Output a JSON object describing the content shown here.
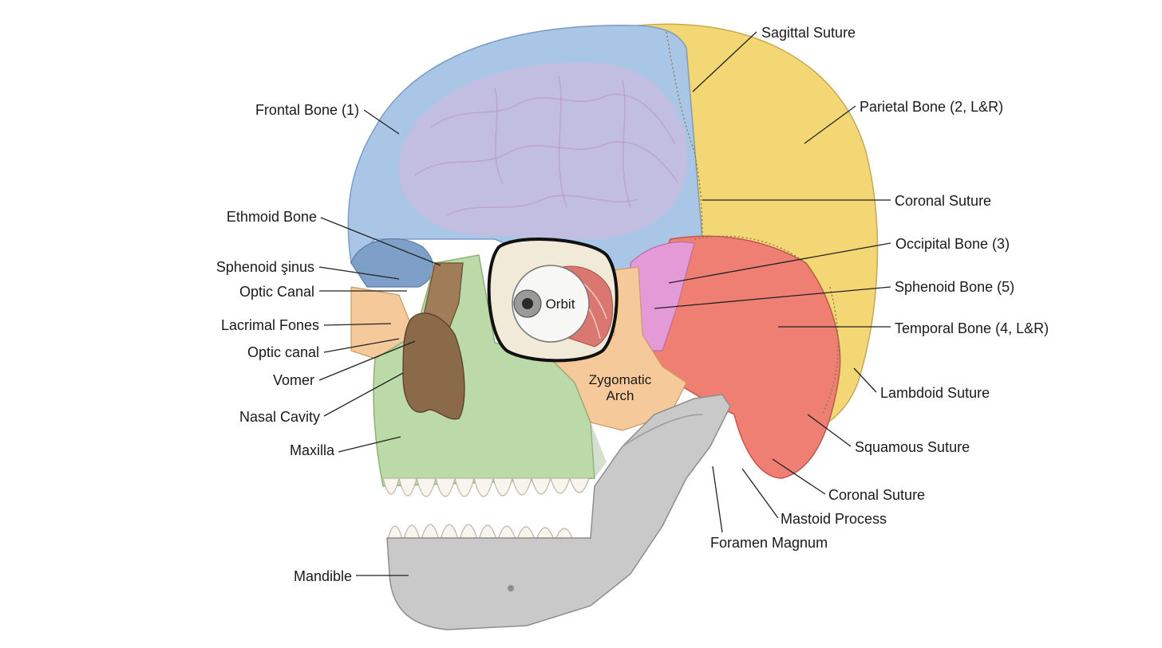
{
  "labels": {
    "sagittal_suture": "Sagittal Suture",
    "frontal_bone": "Frontal Bone (1)",
    "parietal_bone": "Parietal Bone (2, L&R)",
    "coronal_suture_upper": "Coronal Suture",
    "ethmoid_bone": "Ethmoid Bone",
    "occipital_bone": "Occipital Bone (3)",
    "sphenoid_sinus": "Sphenoid şinus",
    "sphenoid_bone": "Sphenoid Bone (5)",
    "optic_canal_upper": "Optic Canal",
    "lacrimal_fones": "Lacrimal Fones",
    "temporal_bone": "Temporal Bone (4, L&R)",
    "optic_canal_lower": "Optic canal",
    "vomer": "Vomer",
    "lambdoid_suture": "Lambdoid Suture",
    "nasal_cavity": "Nasal Cavity",
    "squamous_suture": "Squamous Suture",
    "maxilla": "Maxilla",
    "coronal_suture_lower": "Coronal Suture",
    "mastoid_process": "Mastoid Process",
    "foramen_magnum": "Foramen Magnum",
    "mandible": "Mandible",
    "orbit": "Orbit",
    "zygomatic_arch_line1": "Zygomatic",
    "zygomatic_arch_line2": "Arch"
  },
  "colors": {
    "frontal": "#a9c6e6",
    "brain": "#cbbbe0",
    "parietal": "#f3d774",
    "temporal": "#ef7f72",
    "sphenoid": "#e59ad8",
    "zygomatic": "#f6c99a",
    "maxilla": "#bcd9a8",
    "mandible": "#c9c9c9",
    "nasal": "#8b6a4a",
    "teeth": "#f7f5ee"
  }
}
